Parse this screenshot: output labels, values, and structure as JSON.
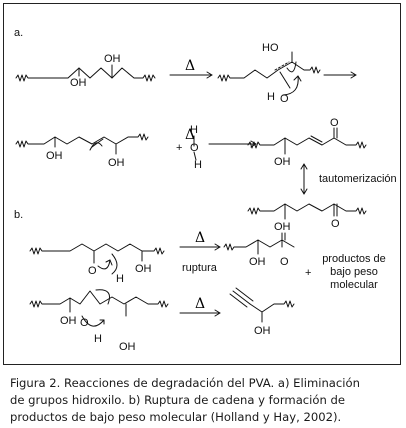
{
  "labels": {
    "part_a": "a.",
    "part_b": "b.",
    "heat_symbol": "Δ",
    "oh": "OH",
    "ho": "HO",
    "h": "H",
    "o": "O",
    "plus": "+",
    "tautomerization": "tautomerización",
    "rupture": "ruptura",
    "products_line1": "productos de",
    "products_line2": "bajo peso",
    "products_line3": "molecular"
  },
  "caption": {
    "line1": "Figura 2. Reacciones de degradación del PVA. a) Eliminación",
    "line2": "de grupos hidroxilo. b) Ruptura de cadena y formación de",
    "line3": "productos de bajo peso molecular (Holland y Hay, 2002)."
  }
}
